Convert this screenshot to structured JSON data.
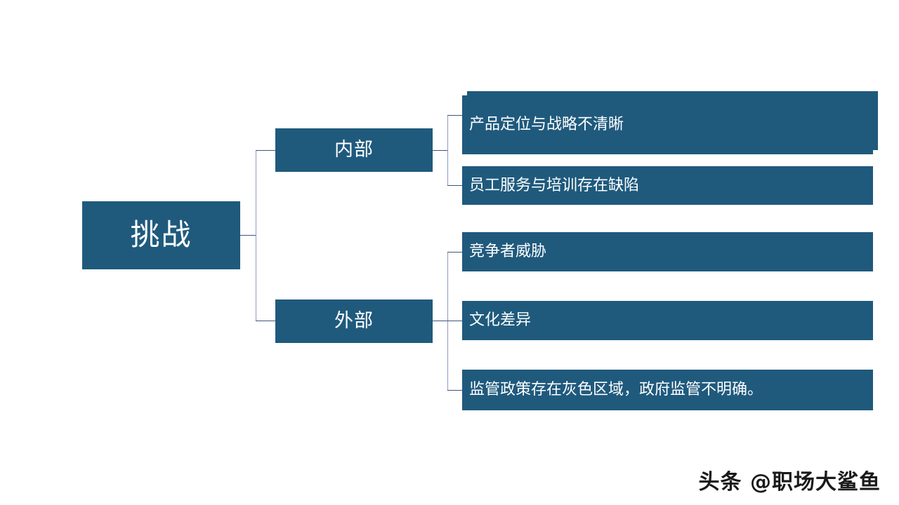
{
  "slide": {
    "title": "挑战",
    "background_color": "#ffffff",
    "node_color": "#1f5a7d",
    "node_text_color": "#ffffff",
    "connector_color": "#8d9ac4"
  },
  "root": {
    "label": "挑战"
  },
  "branches": [
    {
      "label": "内部",
      "items": [
        {
          "label": "产品定位与战略不清晰"
        },
        {
          "label": "员工服务与培训存在缺陷"
        }
      ]
    },
    {
      "label": "外部",
      "items": [
        {
          "label": "竞争者威胁"
        },
        {
          "label": "文化差异"
        },
        {
          "label": "监管政策存在灰色区域，政府监管不明确。"
        }
      ]
    }
  ],
  "leaves_flat": [
    "产品定位与战略不清晰",
    "员工服务与培训存在缺陷",
    "竞争者威胁",
    "文化差异",
    "监管政策存在灰色区域，政府监管不明确。"
  ],
  "watermark": {
    "text": "头条 @职场大鲨鱼"
  }
}
